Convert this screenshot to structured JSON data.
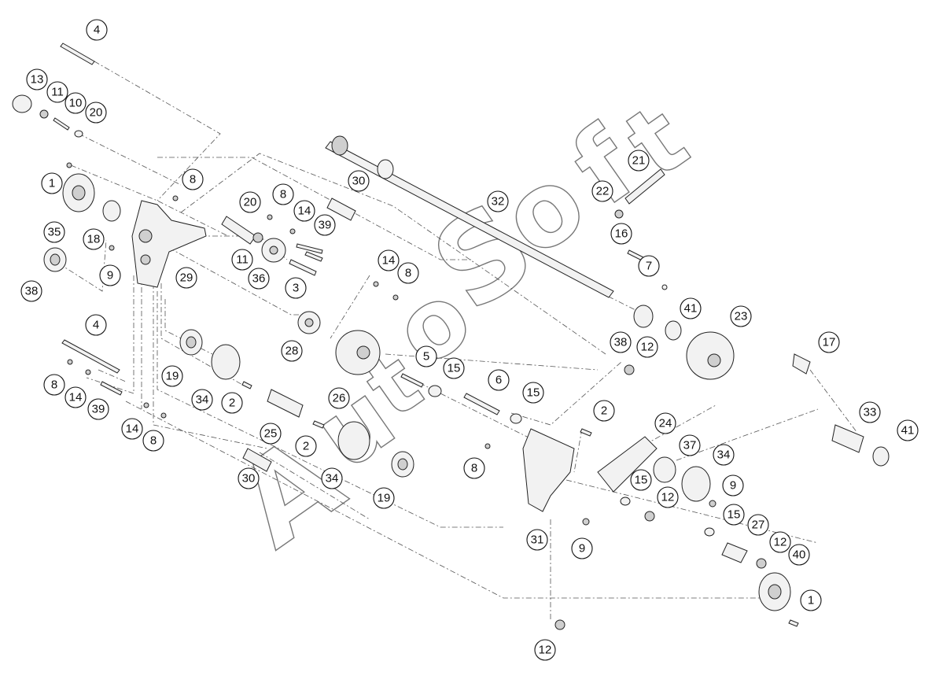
{
  "callouts": [
    {
      "id": "c4a",
      "label": "4"
    },
    {
      "id": "c13",
      "label": "13"
    },
    {
      "id": "c11a",
      "label": "11"
    },
    {
      "id": "c10",
      "label": "10"
    },
    {
      "id": "c20a",
      "label": "20"
    },
    {
      "id": "c1a",
      "label": "1"
    },
    {
      "id": "c35",
      "label": "35"
    },
    {
      "id": "c18",
      "label": "18"
    },
    {
      "id": "c9a",
      "label": "9"
    },
    {
      "id": "c38a",
      "label": "38"
    },
    {
      "id": "c29",
      "label": "29"
    },
    {
      "id": "c8a",
      "label": "8"
    },
    {
      "id": "c20b",
      "label": "20"
    },
    {
      "id": "c8b",
      "label": "8"
    },
    {
      "id": "c14a",
      "label": "14"
    },
    {
      "id": "c39a",
      "label": "39"
    },
    {
      "id": "c11b",
      "label": "11"
    },
    {
      "id": "c36",
      "label": "36"
    },
    {
      "id": "c3",
      "label": "3"
    },
    {
      "id": "c30a",
      "label": "30"
    },
    {
      "id": "c32",
      "label": "32"
    },
    {
      "id": "c21",
      "label": "21"
    },
    {
      "id": "c22",
      "label": "22"
    },
    {
      "id": "c16",
      "label": "16"
    },
    {
      "id": "c7",
      "label": "7"
    },
    {
      "id": "c14b",
      "label": "14"
    },
    {
      "id": "c8c",
      "label": "8"
    },
    {
      "id": "c28",
      "label": "28"
    },
    {
      "id": "c26",
      "label": "26"
    },
    {
      "id": "c5",
      "label": "5"
    },
    {
      "id": "c15a",
      "label": "15"
    },
    {
      "id": "c6",
      "label": "6"
    },
    {
      "id": "c15b",
      "label": "15"
    },
    {
      "id": "c4b",
      "label": "4"
    },
    {
      "id": "c8d",
      "label": "8"
    },
    {
      "id": "c14c",
      "label": "14"
    },
    {
      "id": "c39b",
      "label": "39"
    },
    {
      "id": "c19a",
      "label": "19"
    },
    {
      "id": "c34a",
      "label": "34"
    },
    {
      "id": "c2a",
      "label": "2"
    },
    {
      "id": "c14d",
      "label": "14"
    },
    {
      "id": "c8e",
      "label": "8"
    },
    {
      "id": "c25",
      "label": "25"
    },
    {
      "id": "c2b",
      "label": "2"
    },
    {
      "id": "c30b",
      "label": "30"
    },
    {
      "id": "c34b",
      "label": "34"
    },
    {
      "id": "c19b",
      "label": "19"
    },
    {
      "id": "c38b",
      "label": "38"
    },
    {
      "id": "c12a",
      "label": "12"
    },
    {
      "id": "c41a",
      "label": "41"
    },
    {
      "id": "c23",
      "label": "23"
    },
    {
      "id": "c17",
      "label": "17"
    },
    {
      "id": "c33",
      "label": "33"
    },
    {
      "id": "c41b",
      "label": "41"
    },
    {
      "id": "c2c",
      "label": "2"
    },
    {
      "id": "c24",
      "label": "24"
    },
    {
      "id": "c37",
      "label": "37"
    },
    {
      "id": "c34c",
      "label": "34"
    },
    {
      "id": "c9b",
      "label": "9"
    },
    {
      "id": "c15c",
      "label": "15"
    },
    {
      "id": "c12b",
      "label": "12"
    },
    {
      "id": "c8f",
      "label": "8"
    },
    {
      "id": "c31",
      "label": "31"
    },
    {
      "id": "c15d",
      "label": "15"
    },
    {
      "id": "c27",
      "label": "27"
    },
    {
      "id": "c12c",
      "label": "12"
    },
    {
      "id": "c40",
      "label": "40"
    },
    {
      "id": "c9c",
      "label": "9"
    },
    {
      "id": "c1b",
      "label": "1"
    },
    {
      "id": "c12d",
      "label": "12"
    }
  ],
  "watermark": {
    "letters": [
      "A",
      "u",
      "t",
      "o",
      "S",
      "o",
      "f",
      "t"
    ]
  }
}
